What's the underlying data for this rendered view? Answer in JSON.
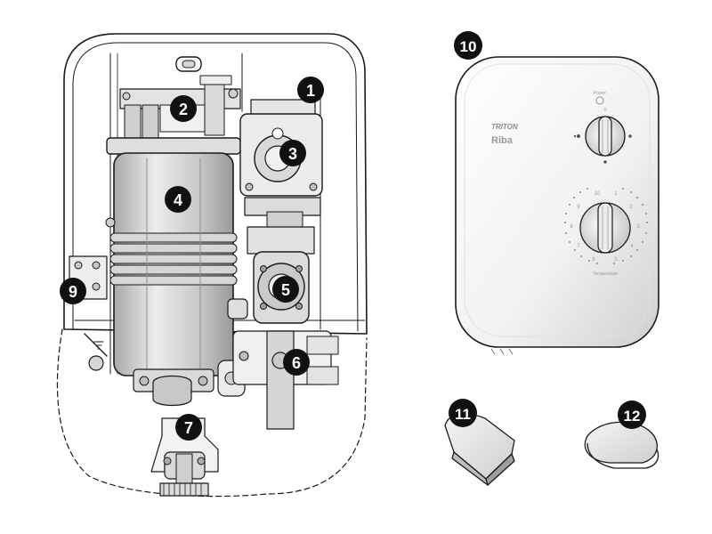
{
  "callouts": [
    {
      "id": "1",
      "label": "1"
    },
    {
      "id": "2",
      "label": "2"
    },
    {
      "id": "3",
      "label": "3"
    },
    {
      "id": "4",
      "label": "4"
    },
    {
      "id": "5",
      "label": "5"
    },
    {
      "id": "6",
      "label": "6"
    },
    {
      "id": "7",
      "label": "7"
    },
    {
      "id": "9",
      "label": "9"
    },
    {
      "id": "10",
      "label": "10"
    },
    {
      "id": "11",
      "label": "11"
    },
    {
      "id": "12",
      "label": "12"
    }
  ],
  "cover": {
    "brand": "TRITON",
    "model": "Riba",
    "indicator_label": "Power",
    "knob_mark": "0",
    "temperature_label": "Temperature",
    "dial_numbers": [
      "10",
      "1",
      "2",
      "3",
      "4",
      "5",
      "6",
      "7",
      "8",
      "9"
    ]
  },
  "colors": {
    "badge": "#111111",
    "line": "#1a1a1a",
    "fill_light": "#e9e9e9",
    "fill_mid": "#cfcfcf",
    "fill_dark": "#9d9d9d"
  }
}
